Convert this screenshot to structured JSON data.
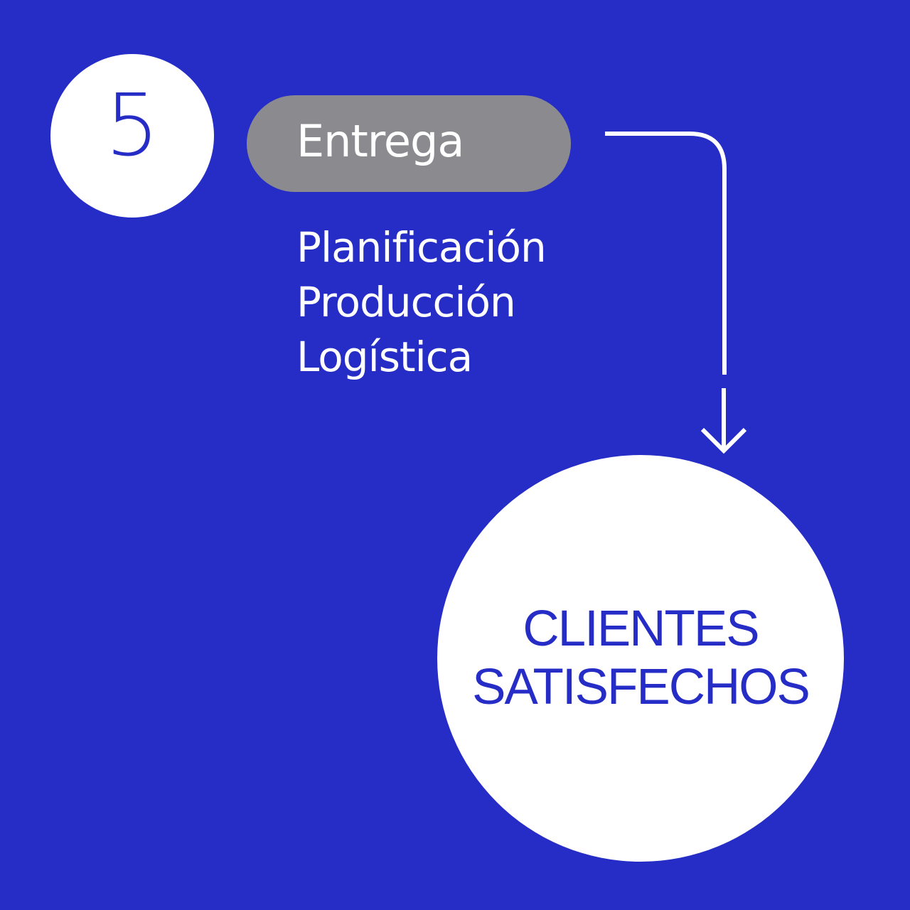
{
  "colors": {
    "background": "#262dc6",
    "circle_fill": "#ffffff",
    "pill_fill": "#8b8a8f",
    "text_light": "#ffffff",
    "text_accent": "#262dc6"
  },
  "step": {
    "number": "5",
    "title": "Entrega",
    "items": [
      "Planificación",
      "Producción",
      "Logística"
    ]
  },
  "connector": {
    "icon": "down-arrow-icon"
  },
  "result": {
    "line1": "CLIENTES",
    "line2": "SATISFECHOS"
  }
}
